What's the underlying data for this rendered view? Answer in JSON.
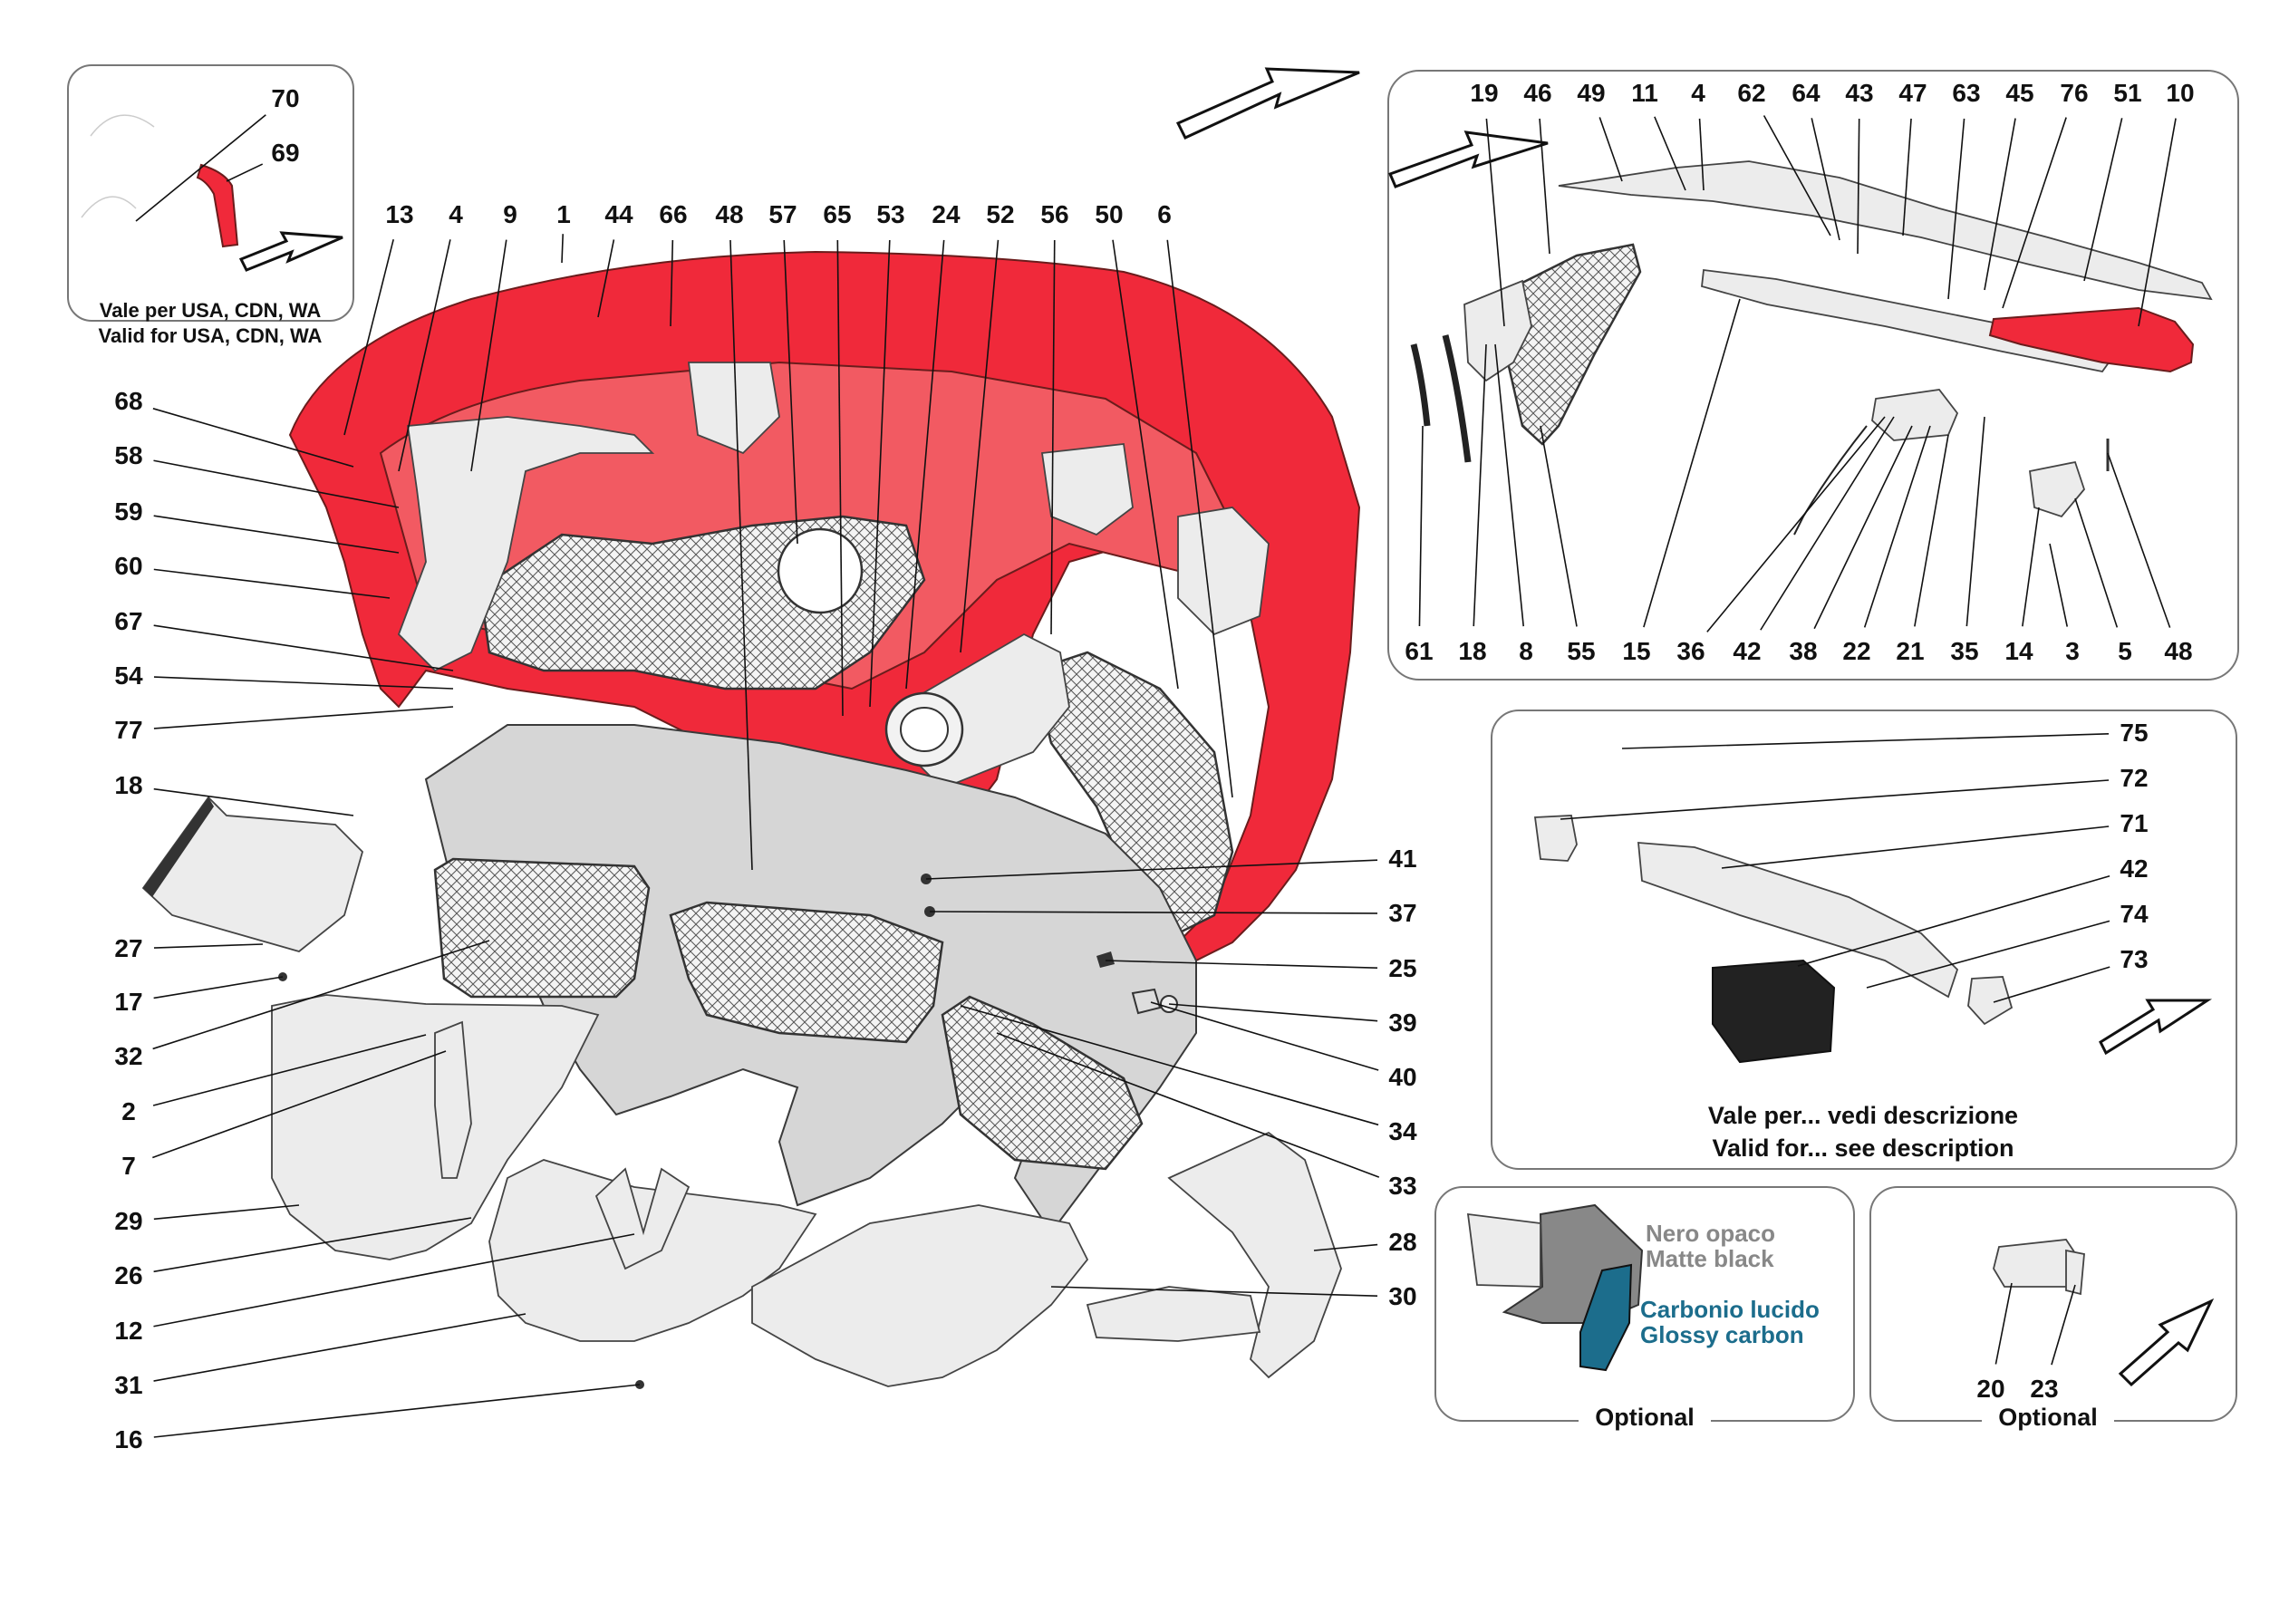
{
  "labels": [
    "13",
    "4",
    "9",
    "1",
    "44",
    "66",
    "48",
    "57",
    "65",
    "53",
    "24",
    "52",
    "56",
    "50",
    "6",
    "68",
    "58",
    "59",
    "60",
    "67",
    "54",
    "77",
    "18",
    "27",
    "17",
    "32",
    "2",
    "7",
    "29",
    "26",
    "12",
    "31",
    "16",
    "41",
    "37",
    "25",
    "39",
    "40",
    "34",
    "33",
    "28",
    "30",
    "70",
    "69",
    "19",
    "46",
    "49",
    "11",
    "4",
    "62",
    "64",
    "43",
    "47",
    "63",
    "45",
    "76",
    "51",
    "10",
    "61",
    "18",
    "8",
    "55",
    "15",
    "36",
    "42",
    "38",
    "22",
    "21",
    "35",
    "14",
    "3",
    "5",
    "48",
    "75",
    "72",
    "71",
    "42",
    "74",
    "73",
    "20",
    "23"
  ],
  "captions": {
    "usa_it": "Vale per USA, CDN, WA",
    "usa_en": "Valid for USA, CDN, WA",
    "desc_it": "Vale per... vedi descrizione",
    "desc_en": "Valid for... see description",
    "matte_it": "Nero opaco",
    "matte_en": "Matte black",
    "glossy_it": "Carbonio lucido",
    "glossy_en": "Glossy carbon",
    "optional_1": "Optional",
    "optional_2": "Optional"
  },
  "colors": {
    "bumper_red": "#f0293a",
    "matte_grey": "#888888",
    "glossy_teal": "#1c6d8c",
    "outline": "#111111"
  }
}
